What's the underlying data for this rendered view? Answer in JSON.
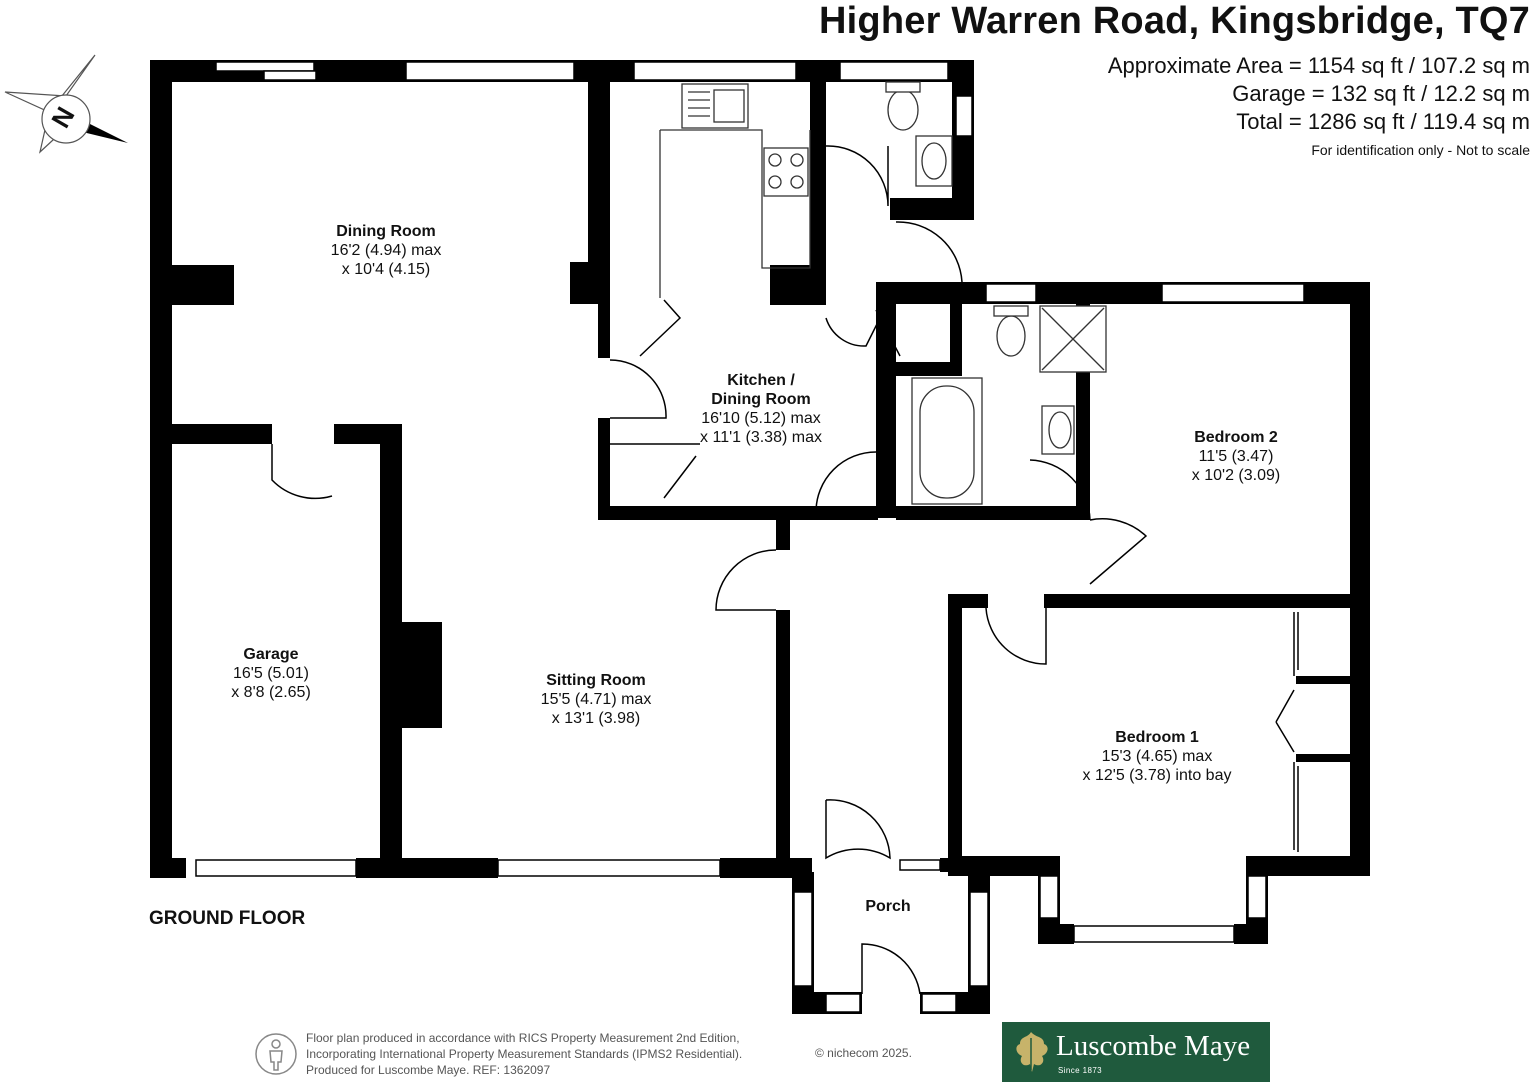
{
  "header": {
    "title": "Higher Warren Road, Kingsbridge, TQ7",
    "area_approx": "Approximate Area = 1154 sq ft / 107.2 sq m",
    "area_garage": "Garage = 132 sq ft / 12.2 sq m",
    "area_total": "Total = 1286 sq ft / 119.4 sq m",
    "disclaimer": "For identification only - Not to scale"
  },
  "compass": {
    "letter": "N"
  },
  "floor_label": "GROUND FLOOR",
  "rooms": {
    "dining": {
      "name": "Dining Room",
      "dim1": "16'2 (4.94) max",
      "dim2": "x 10'4 (4.15)"
    },
    "kitchen": {
      "name1": "Kitchen /",
      "name2": "Dining Room",
      "dim1": "16'10 (5.12) max",
      "dim2": "x 11'1 (3.38) max"
    },
    "garage": {
      "name": "Garage",
      "dim1": "16'5 (5.01)",
      "dim2": "x 8'8 (2.65)"
    },
    "sitting": {
      "name": "Sitting Room",
      "dim1": "15'5 (4.71) max",
      "dim2": "x 13'1 (3.98)"
    },
    "bedroom2": {
      "name": "Bedroom 2",
      "dim1": "11'5 (3.47)",
      "dim2": "x 10'2 (3.09)"
    },
    "bedroom1": {
      "name": "Bedroom 1",
      "dim1": "15'3 (4.65) max",
      "dim2": "x 12'5 (3.78) into bay"
    },
    "porch": {
      "name": "Porch"
    }
  },
  "footer": {
    "line1": "Floor plan produced in accordance with RICS Property Measurement 2nd Edition,",
    "line2": "Incorporating International Property Measurement Standards (IPMS2 Residential).",
    "line3": "Produced for Luscombe Maye.   REF:  1362097",
    "credit": "© nichecom 2025."
  },
  "logo": {
    "name": "Luscombe Maye",
    "tagline": "Since 1873",
    "color": "#1f5a3d"
  },
  "colors": {
    "wall": "#000000",
    "background": "#ffffff",
    "fixture_stroke": "#333333"
  }
}
